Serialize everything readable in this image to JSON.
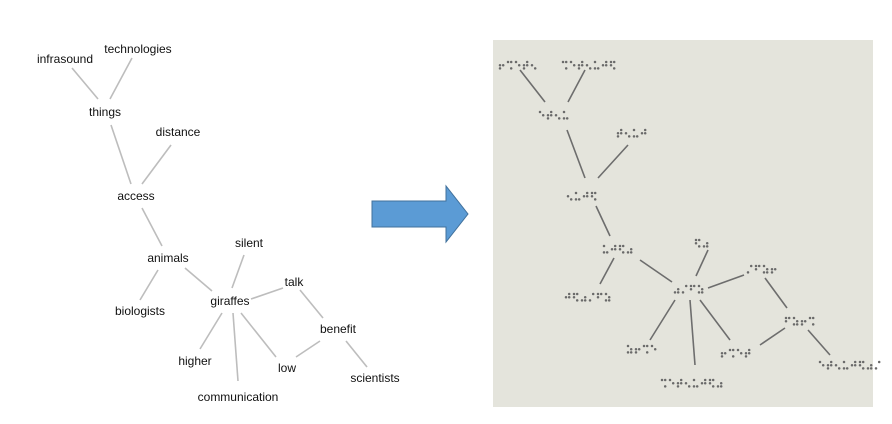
{
  "word_graph": {
    "nodes": [
      "infrasound",
      "technologies",
      "things",
      "distance",
      "access",
      "silent",
      "animals",
      "talk",
      "biologists",
      "giraffes",
      "benefit",
      "higher",
      "low",
      "scientists",
      "communication"
    ],
    "edges": [
      [
        "infrasound",
        "things"
      ],
      [
        "technologies",
        "things"
      ],
      [
        "things",
        "access"
      ],
      [
        "distance",
        "access"
      ],
      [
        "access",
        "animals"
      ],
      [
        "animals",
        "biologists"
      ],
      [
        "animals",
        "giraffes"
      ],
      [
        "silent",
        "giraffes"
      ],
      [
        "giraffes",
        "talk"
      ],
      [
        "giraffes",
        "higher"
      ],
      [
        "giraffes",
        "communication"
      ],
      [
        "giraffes",
        "low"
      ],
      [
        "talk",
        "benefit"
      ],
      [
        "low",
        "benefit"
      ],
      [
        "benefit",
        "scientists"
      ]
    ]
  },
  "arrow": {
    "color": "#5b9bd5"
  },
  "photo": {
    "paper_color": "#e9e9e1",
    "ink_color": "#6a6a6a"
  }
}
